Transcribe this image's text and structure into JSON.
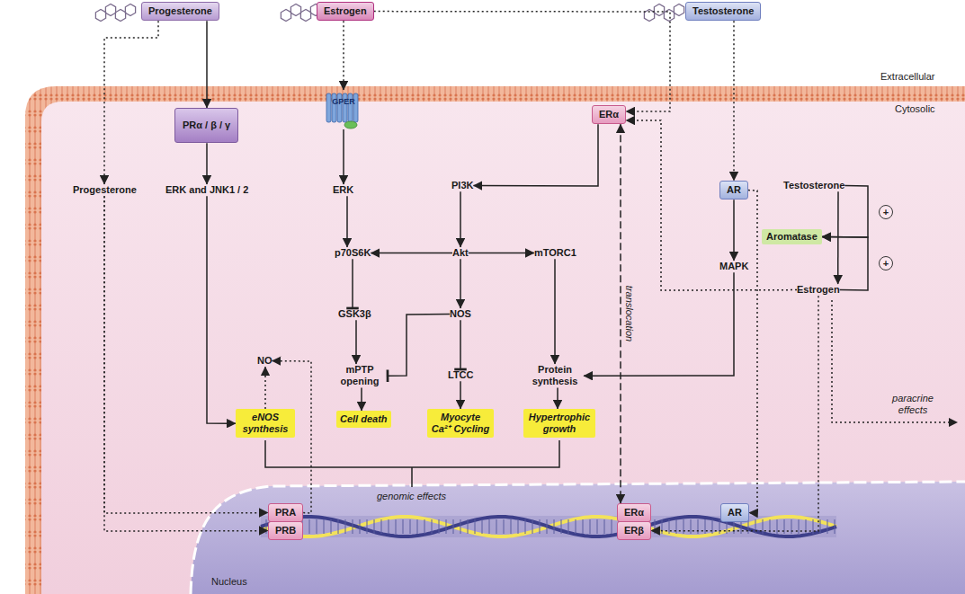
{
  "diagram": {
    "nodes": [
      {
        "text": [
          "Progesterone"
        ]
      },
      {
        "text": [
          "Estrogen"
        ]
      },
      {
        "text": [
          "Testosterone"
        ]
      },
      {
        "text": [
          "PRα / β / γ"
        ]
      },
      {
        "text": [
          "GPER"
        ]
      },
      {
        "text": [
          "ERα"
        ]
      },
      {
        "text": [
          "AR"
        ]
      },
      {
        "text": [
          "Progesterone"
        ]
      },
      {
        "text": [
          "ERK and JNK1 / 2"
        ]
      },
      {
        "text": [
          "ERK"
        ]
      },
      {
        "text": [
          "PI3K"
        ]
      },
      {
        "text": [
          "Testosterone"
        ]
      },
      {
        "text": [
          "Aromatase"
        ]
      },
      {
        "text": [
          "p70S6K"
        ]
      },
      {
        "text": [
          "Akt"
        ]
      },
      {
        "text": [
          "mTORC1"
        ]
      },
      {
        "text": [
          "MAPK"
        ]
      },
      {
        "text": [
          "Estrogen"
        ]
      },
      {
        "text": [
          "GSK3β"
        ]
      },
      {
        "text": [
          "NOS"
        ]
      },
      {
        "text": [
          "mPTP opening"
        ]
      },
      {
        "text": [
          "LTCC"
        ]
      },
      {
        "text": [
          "Protein synthesis"
        ]
      },
      {
        "text": [
          "NO"
        ]
      },
      {
        "text": [
          "eNOS synthesis"
        ]
      },
      {
        "text": [
          "Cell death"
        ]
      },
      {
        "text": [
          "Myocyte Ca²⁺ Cycling"
        ]
      },
      {
        "text": [
          "Hypertrophic growth"
        ]
      },
      {
        "text": [
          "PRA"
        ]
      },
      {
        "text": [
          "PRB"
        ]
      },
      {
        "text": [
          "ERα"
        ]
      },
      {
        "text": [
          "ERβ"
        ]
      },
      {
        "text": [
          "AR"
        ]
      }
    ],
    "edges": [
      {
        "from": 0,
        "to": 3,
        "arrow": "to"
      },
      {
        "from": 0,
        "to": 7,
        "arrow": "to"
      },
      {
        "from": 1,
        "to": 4,
        "arrow": "to"
      },
      {
        "from": 1,
        "to": 5,
        "arrow": "to"
      },
      {
        "from": 2,
        "to": 6,
        "arrow": "to"
      },
      {
        "from": 3,
        "to": 8,
        "arrow": "to"
      },
      {
        "from": 4,
        "to": 9,
        "arrow": "to"
      },
      {
        "from": 5,
        "to": 10,
        "arrow": "to"
      },
      {
        "from": 5,
        "to": 30,
        "label": "translocation",
        "arrow": "both"
      },
      {
        "from": 6,
        "to": 16,
        "arrow": "to"
      },
      {
        "from": 6,
        "to": 32,
        "arrow": "to"
      },
      {
        "from": 7,
        "to": 28,
        "arrow": "to"
      },
      {
        "from": 7,
        "to": 29,
        "arrow": "to"
      },
      {
        "from": 8,
        "to": 24,
        "arrow": "to"
      },
      {
        "from": 9,
        "to": 13,
        "arrow": "to"
      },
      {
        "from": 10,
        "to": 14,
        "arrow": "to"
      },
      {
        "from": 14,
        "to": 13,
        "arrow": "to"
      },
      {
        "from": 14,
        "to": 15,
        "arrow": "to"
      },
      {
        "from": 14,
        "to": 19,
        "arrow": "to"
      },
      {
        "from": 13,
        "to": 18,
        "arrow": "to"
      },
      {
        "from": 18,
        "to": 20,
        "arrow": "to"
      },
      {
        "from": 19,
        "to": 20,
        "arrow": "to"
      },
      {
        "from": 19,
        "to": 21,
        "arrow": "to"
      },
      {
        "from": 15,
        "to": 22,
        "arrow": "to"
      },
      {
        "from": 16,
        "to": 22,
        "arrow": "to"
      },
      {
        "from": 20,
        "to": 25,
        "arrow": "to"
      },
      {
        "from": 21,
        "to": 26,
        "arrow": "to"
      },
      {
        "from": 22,
        "to": 27,
        "arrow": "to"
      },
      {
        "from": 24,
        "to": 23,
        "arrow": "to"
      },
      {
        "from": 28,
        "to": 23,
        "arrow": "to"
      },
      {
        "from": 11,
        "to": 12,
        "arrow": "to"
      },
      {
        "from": 17,
        "to": 12,
        "arrow": "to"
      },
      {
        "from": 11,
        "to": 17,
        "arrow": "to"
      },
      {
        "from": 17,
        "to": 5,
        "arrow": "to"
      },
      {
        "from": 17,
        "to": 31,
        "arrow": "to"
      }
    ],
    "labels": [
      "Extracellular",
      "Cytosolic",
      "Nucleus",
      "genomic effects",
      "paracrine effects",
      "+",
      "+"
    ]
  }
}
